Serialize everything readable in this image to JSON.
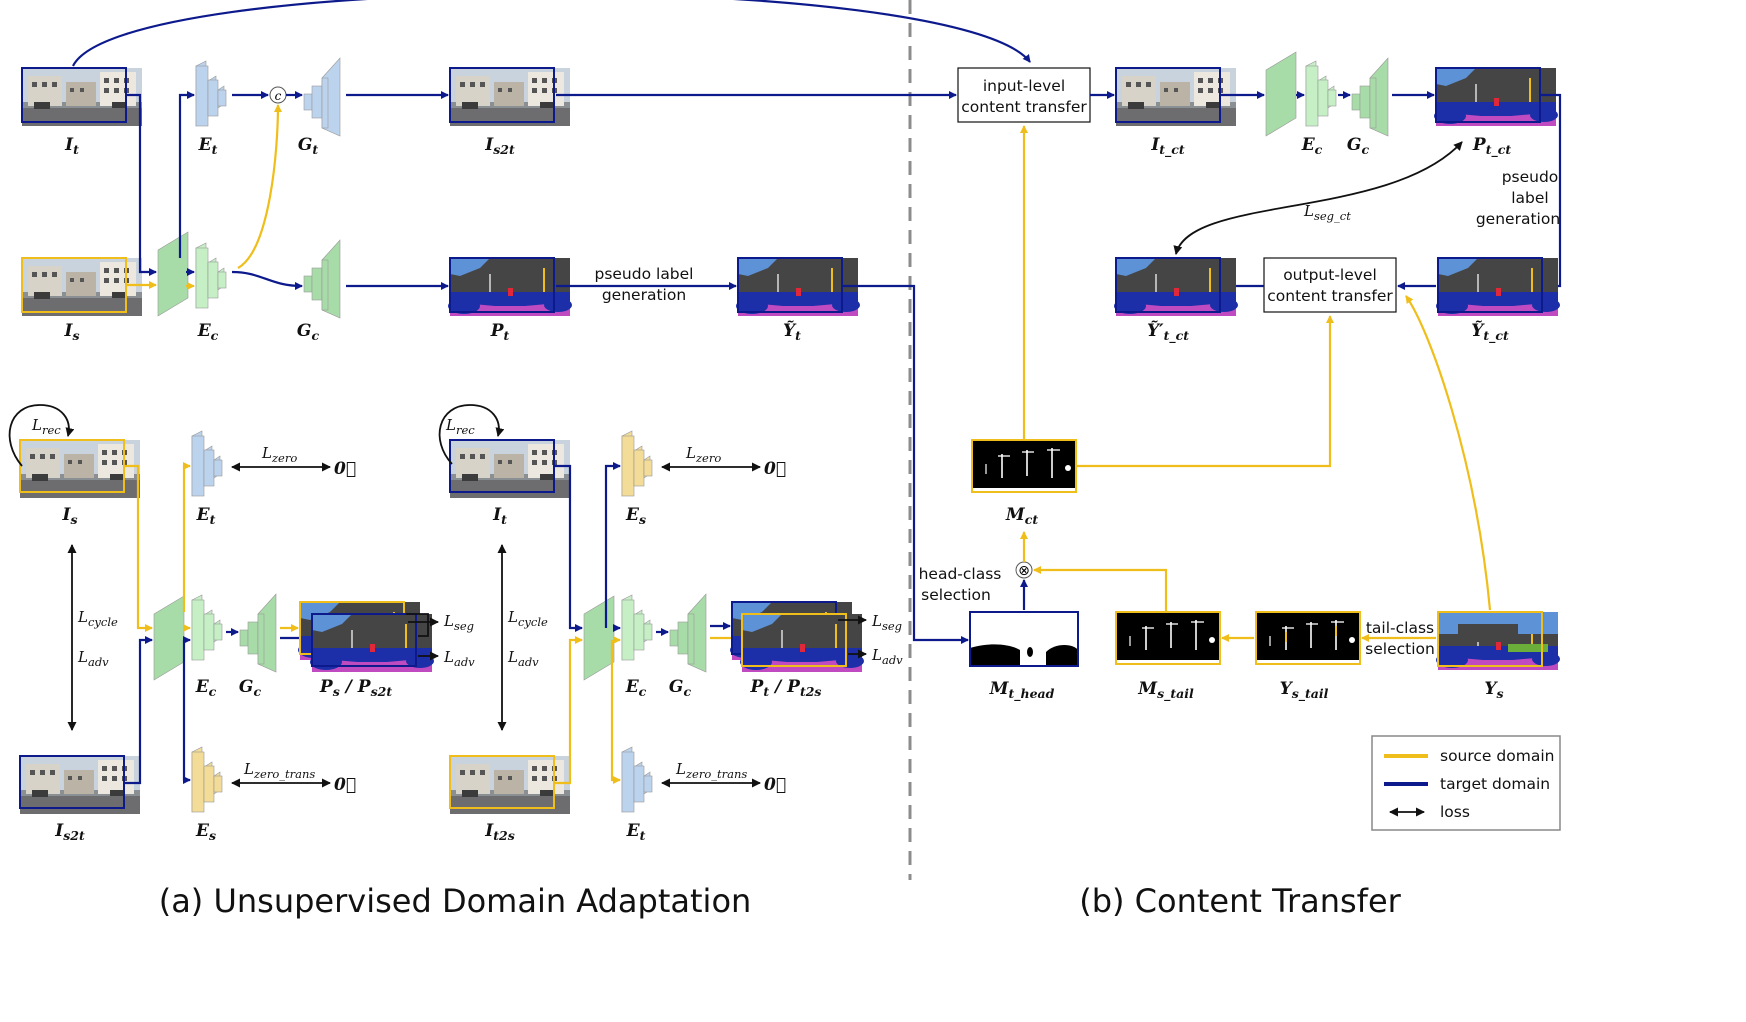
{
  "labels": {
    "It": [
      "I",
      "t"
    ],
    "Is": [
      "I",
      "s"
    ],
    "Et": [
      "E",
      "t"
    ],
    "Ec": [
      "E",
      "c"
    ],
    "Gt": [
      "G",
      "t"
    ],
    "Gc": [
      "G",
      "c"
    ],
    "Is2t": [
      "I",
      "s2t"
    ],
    "Pt": [
      "P",
      "t"
    ],
    "Yt_tilde": [
      "Ỹ",
      "t"
    ],
    "b_Is": [
      "I",
      "s"
    ],
    "b_Is2t": [
      "I",
      "s2t"
    ],
    "b_Et": [
      "E",
      "t"
    ],
    "b_Ec": [
      "E",
      "c"
    ],
    "b_Gc": [
      "G",
      "c"
    ],
    "b_Es": [
      "E",
      "s"
    ],
    "b_Ps": [
      "P",
      "s"
    ],
    "b_Ps2t": [
      "P",
      "s2t"
    ],
    "c_It": [
      "I",
      "t"
    ],
    "c_It2s": [
      "I",
      "t2s"
    ],
    "c_Es": [
      "E",
      "s"
    ],
    "c_Ec": [
      "E",
      "c"
    ],
    "c_Gc": [
      "G",
      "c"
    ],
    "c_Et": [
      "E",
      "t"
    ],
    "c_Pt": [
      "P",
      "t"
    ],
    "c_Pt2s": [
      "P",
      "t2s"
    ],
    "It_ct": [
      "I",
      "t_ct"
    ],
    "r_Ec": [
      "E",
      "c"
    ],
    "r_Gc": [
      "G",
      "c"
    ],
    "Pt_ct": [
      "P",
      "t_ct"
    ],
    "Ytp_ct": [
      "Ỹ′",
      "t_ct"
    ],
    "Yt_ct": [
      "Ỹ",
      "t_ct"
    ],
    "Mct": [
      "M",
      "ct"
    ],
    "Mt_head": [
      "M",
      "t_head"
    ],
    "Ms_tail": [
      "M",
      "s_tail"
    ],
    "Ys_tail": [
      "Y",
      "s_tail"
    ],
    "Ys": [
      "Y",
      "s"
    ]
  },
  "losses": {
    "rec": [
      "L",
      "rec"
    ],
    "zero": [
      "L",
      "zero"
    ],
    "zero_trans": [
      "L",
      "zero_trans"
    ],
    "cycle": [
      "L",
      "cycle"
    ],
    "adv": [
      "L",
      "adv"
    ],
    "seg": [
      "L",
      "seg"
    ],
    "seg_ct": [
      "L",
      "seg_ct"
    ],
    "zero_vec": "0⃗"
  },
  "texts": {
    "pseudo_label_generation": [
      "pseudo label",
      "generation"
    ],
    "input_level": [
      "input-level",
      "content transfer"
    ],
    "output_level": [
      "output-level",
      "content transfer"
    ],
    "pseudo_vertical": [
      "pseudo",
      "label",
      "generation"
    ],
    "head_class": [
      "head-class",
      "selection"
    ],
    "tail_class": [
      "tail-class",
      "selection"
    ],
    "concat": "c",
    "multiply": "⊗"
  },
  "captions": {
    "a": "(a) Unsupervised Domain Adaptation",
    "b": "(b) Content Transfer"
  },
  "legend": {
    "source": "source domain",
    "target": "target domain",
    "loss": "loss"
  },
  "colors": {
    "source": "#f0be1a",
    "target": "#0d1a8c",
    "encoder_t": "#bcd3ee",
    "encoder_c": "#c6efc6",
    "generator_c": "#a7dba7",
    "encoder_s": "#f3dc98",
    "segmap_road": "#1d2fa8",
    "segmap_sidewalk": "#c04ac0",
    "segmap_building": "#454545",
    "segmap_sky": "#5d92d6"
  }
}
